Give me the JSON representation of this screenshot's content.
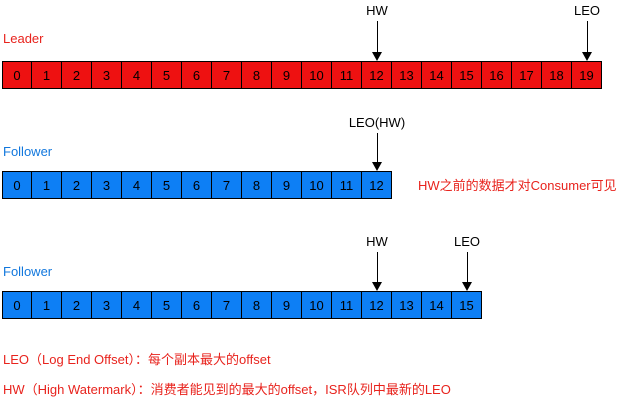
{
  "colors": {
    "leader_fill": "#ee1111",
    "follower_fill": "#0d7ff5",
    "leader_text": "#e8231d",
    "follower_text": "#1177dd",
    "note_text": "#e8231d"
  },
  "leader": {
    "label": "Leader",
    "cells": [
      "0",
      "1",
      "2",
      "3",
      "4",
      "5",
      "6",
      "7",
      "8",
      "9",
      "10",
      "11",
      "12",
      "13",
      "14",
      "15",
      "16",
      "17",
      "18",
      "19"
    ],
    "markers": [
      {
        "text": "HW",
        "index": 12
      },
      {
        "text": "LEO",
        "index": 19
      }
    ]
  },
  "follower1": {
    "label": "Follower",
    "cells": [
      "0",
      "1",
      "2",
      "3",
      "4",
      "5",
      "6",
      "7",
      "8",
      "9",
      "10",
      "11",
      "12"
    ],
    "markers": [
      {
        "text": "LEO(HW)",
        "index": 12
      }
    ],
    "side_note": "HW之前的数据才对Consumer可见"
  },
  "follower2": {
    "label": "Follower",
    "cells": [
      "0",
      "1",
      "2",
      "3",
      "4",
      "5",
      "6",
      "7",
      "8",
      "9",
      "10",
      "11",
      "12",
      "13",
      "14",
      "15"
    ],
    "markers": [
      {
        "text": "HW",
        "index": 12
      },
      {
        "text": "LEO",
        "index": 15
      }
    ]
  },
  "legend": {
    "leo": "LEO（Log End Offset）：每个副本最大的offset",
    "hw": "HW（High Watermark）：消费者能见到的最大的offset，ISR队列中最新的LEO"
  }
}
